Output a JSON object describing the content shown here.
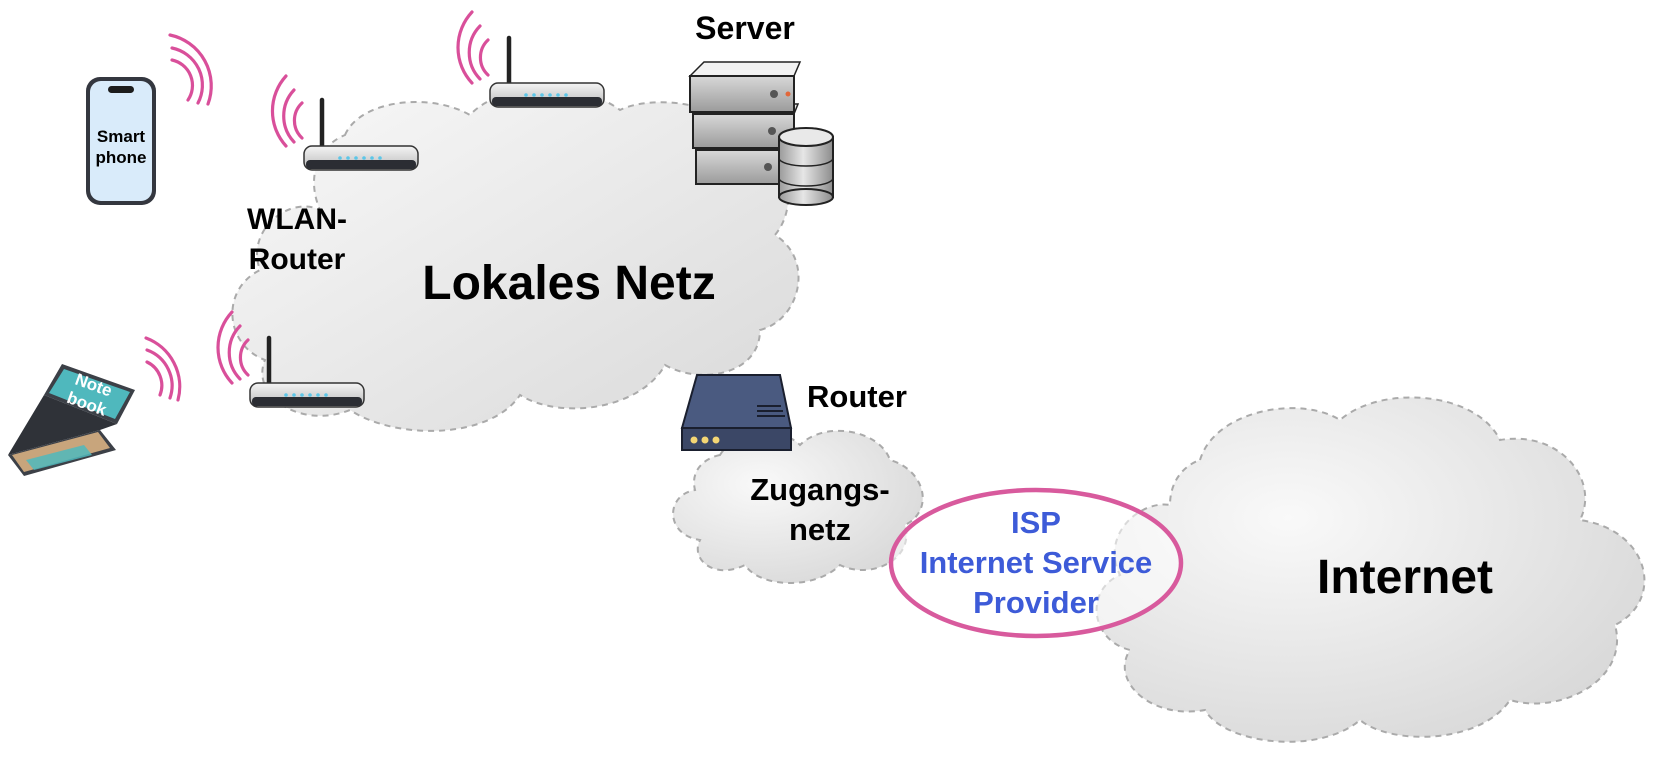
{
  "labels": {
    "server": "Server",
    "smartphone_line1": "Smart",
    "smartphone_line2": "phone",
    "wlan_router_line1": "WLAN-",
    "wlan_router_line2": "Router",
    "local_network": "Lokales Netz",
    "notebook_line1": "Note",
    "notebook_line2": "book",
    "router": "Router",
    "access_net_line1": "Zugangs-",
    "access_net_line2": "netz",
    "isp_line1": "ISP",
    "isp_line2": "Internet Service",
    "isp_line3": "Provider",
    "internet": "Internet"
  },
  "colors": {
    "wireless_waves": "#d94f9a",
    "isp_ellipse": "#d85a9d",
    "isp_text": "#3d5bd8",
    "cloud_fill_light": "#f8f8f8",
    "cloud_fill_dark": "#dcdcdc",
    "cloud_border": "#aaaaaa",
    "access_router": "#3b4766",
    "notebook_screen": "#4fb8bd"
  },
  "icons": [
    "smartphone-icon",
    "notebook-icon",
    "wlan-router-icon",
    "server-icon",
    "database-icon",
    "router-icon",
    "wireless-signal-icon"
  ]
}
